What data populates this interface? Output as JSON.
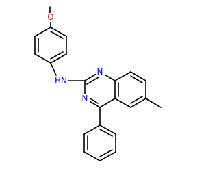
{
  "molecule": {
    "atoms": {
      "oxygen": {
        "symbol": "O",
        "color": "#ff0000"
      },
      "amine": {
        "symbol": "HN",
        "color": "#0000ff"
      },
      "n1": {
        "symbol": "N",
        "color": "#0000ff"
      },
      "n3": {
        "symbol": "N",
        "color": "#0000ff"
      }
    },
    "bond_color": "#000000"
  }
}
